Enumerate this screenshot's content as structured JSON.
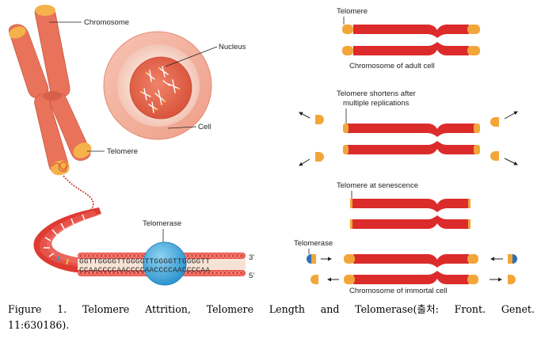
{
  "labels": {
    "chromosome": "Chromosome",
    "nucleus": "Nucleus",
    "cell": "Cell",
    "telomere_left": "Telomere",
    "telomerase_top": "Telomerase",
    "dna_top": "GGTTGGGGTTGGGGTTGGGGTTGGGGTT",
    "dna_bottom": "CCAACCCCAACCCCAACCCCAACCCCAA",
    "three_prime": "3'",
    "five_prime": "5'",
    "telomere_right": "Telomere",
    "adult_cell": "Chromosome of adult cell",
    "shortens_line1": "Telomere shortens after",
    "shortens_line2": "multiple replications",
    "senescence": "Telomere at senescence",
    "telomerase_right": "Telomerase",
    "immortal_cell": "Chromosome of immortal cell"
  },
  "caption": {
    "line1": "Figure 1. Telomere Attrition, Telomere Length and Telomerase(출처: Front. Genet.",
    "line2": "11:630186)."
  },
  "colors": {
    "chromosome_red": "#dc2b2b",
    "telomere_orange": "#f2a63a",
    "left_chromosome": "#e87458",
    "cell_outer": "#f3b2a2",
    "cell_inner": "#f5d2c6",
    "nucleus": "#ea6f55",
    "telomerase_blue": "#3fa8dc",
    "telomerase_dark_blue": "#2f6fb5"
  }
}
